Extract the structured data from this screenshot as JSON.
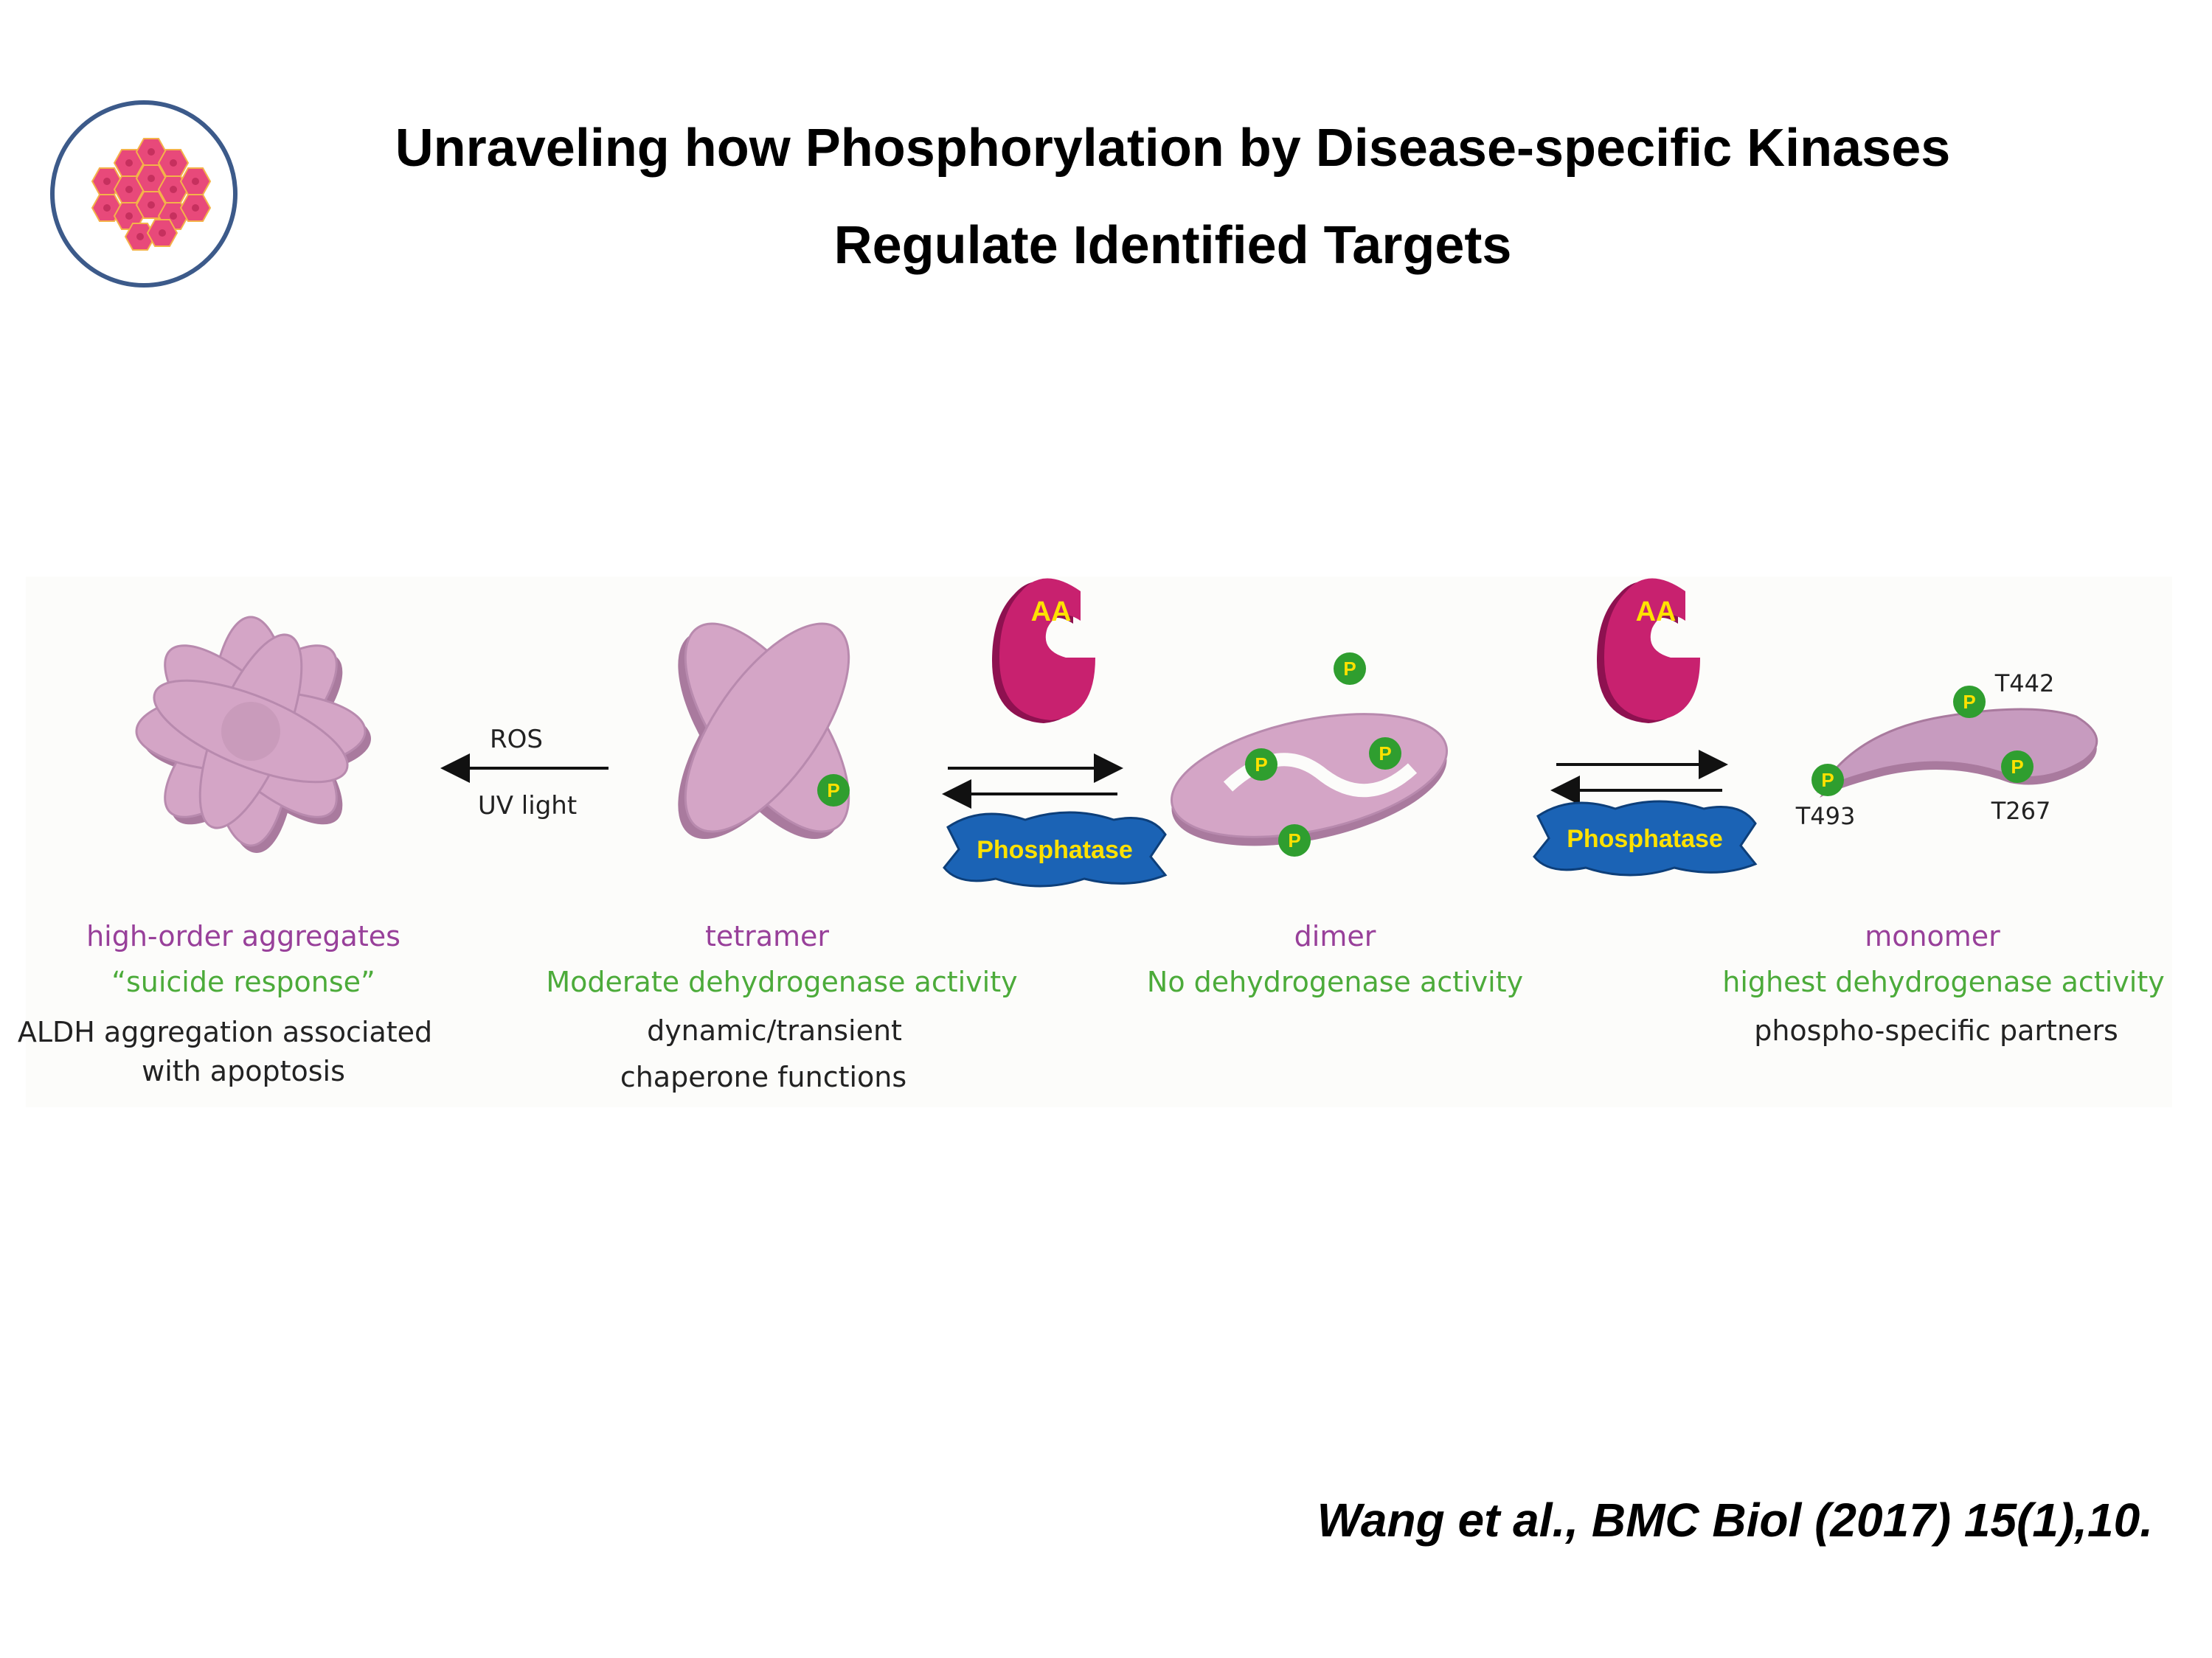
{
  "title": {
    "line1": "Unraveling how Phosphorylation by Disease-specific Kinases",
    "line2": "Regulate Identified Targets"
  },
  "logo": {
    "icon": "cell-cluster-icon"
  },
  "figure": {
    "aggregates": {
      "name": "high-order aggregates",
      "note": "“suicide response”",
      "desc1": "ALDH aggregation associated",
      "desc2": "with apoptosis"
    },
    "arrow_ros": {
      "top": "ROS",
      "bottom": "UV light"
    },
    "tetramer": {
      "name": "tetramer",
      "activity": "Moderate dehydrogenase activity",
      "desc1": "dynamic/transient",
      "desc2": "chaperone functions"
    },
    "dimer": {
      "name": "dimer",
      "activity": "No dehydrogenase activity"
    },
    "monomer": {
      "name": "monomer",
      "activity": "highest dehydrogenase activity",
      "desc": "phospho-specific partners"
    },
    "kinase_label": "AA",
    "phosphatase_label": "Phosphatase",
    "phospho_label": "P",
    "sites": {
      "t442": "T442",
      "t493": "T493",
      "t267": "T267"
    }
  },
  "citation": "Wang et al., BMC Biol (2017) 15(1),10.",
  "colors": {
    "protein": "#d4a5c6",
    "protein_shadow": "#a97a9e",
    "kinase": "#c8216f",
    "kinase_dark": "#8e1150",
    "phospho_badge": "#2f9e2f",
    "phosphatase": "#1b63b5",
    "label_purple": "#98409a",
    "label_green": "#4cab3a"
  }
}
